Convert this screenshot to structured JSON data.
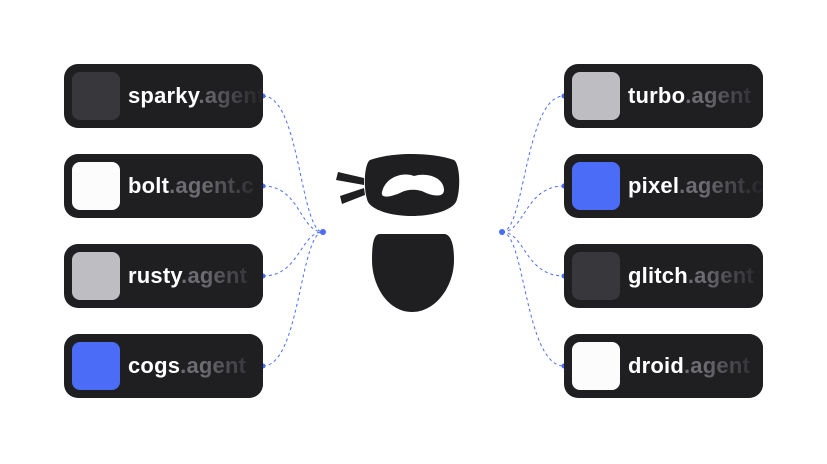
{
  "accent_color": "#4a6cf7",
  "card_color": "#1f1e21",
  "center_icon": "ninja-mask-icon",
  "left_agents": [
    {
      "handle": "sparky",
      "domain": ".agent",
      "swatch": "#38373c"
    },
    {
      "handle": "bolt",
      "domain": ".agent.c",
      "swatch": "#fcfcfd"
    },
    {
      "handle": "rusty",
      "domain": ".agent",
      "swatch": "#bebdc2"
    },
    {
      "handle": "cogs",
      "domain": ".agent",
      "swatch": "#4a6cf7"
    }
  ],
  "right_agents": [
    {
      "handle": "turbo",
      "domain": ".agent",
      "swatch": "#bebdc2"
    },
    {
      "handle": "pixel",
      "domain": ".agent.c",
      "swatch": "#4a6cf7"
    },
    {
      "handle": "glitch",
      "domain": ".agent",
      "swatch": "#38373c"
    },
    {
      "handle": "droid",
      "domain": ".agent",
      "swatch": "#fcfcfd"
    }
  ]
}
